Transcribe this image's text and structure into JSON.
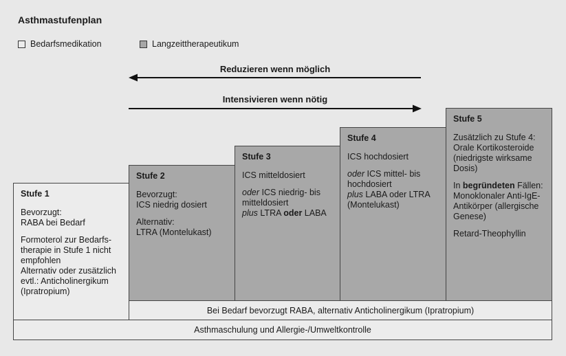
{
  "title": "Asthmastufenplan",
  "legend": {
    "light_label": "Bedarfsmedikation",
    "dark_label": "Langzeittherapeutikum",
    "light_color": "#ececec",
    "dark_color": "#a8a8a8"
  },
  "arrows": {
    "reduce_label": "Reduzieren wenn möglich",
    "intensify_label": "Intensivieren wenn nötig"
  },
  "steps": [
    {
      "head": "Stufe 1",
      "lines": [
        "Bevorzugt:\nRABA bei Bedarf",
        "Formoterol zur Bedarfs-\ntherapie in Stufe 1 nicht\nempfohlen\nAlternativ oder zusätzlich\nevtl.: Anticholinergikum\n(Ipratropium)"
      ]
    },
    {
      "head": "Stufe 2",
      "lines": [
        "Bevorzugt:\nICS niedrig dosiert",
        "Alternativ:\nLTRA (Montelukast)"
      ]
    },
    {
      "head": "Stufe 3",
      "p1": "ICS mitteldosiert",
      "p2_oder": "oder",
      "p2_text": " ICS niedrig- bis\nmitteldosiert\n",
      "p2_plus": "plus",
      "p2_mid": " LTRA ",
      "p2_oder2": "oder",
      "p2_end": " LABA"
    },
    {
      "head": "Stufe 4",
      "p1": "ICS hochdosiert",
      "p2_oder": "oder",
      "p2_text": " ICS mittel- bis\nhochdosiert\n",
      "p2_plus": "plus",
      "p2_end": " LABA oder LTRA\n(Montelukast)"
    },
    {
      "head": "Stufe 5",
      "p1": "Zusätzlich zu Stufe 4:\nOrale Kortikosteroide\n(niedrigste wirksame\nDosis)",
      "p2_pre": "In ",
      "p2_bold": "begründeten",
      "p2_post": " Fällen:\nMonoklonaler Anti-IgE-\nAntikörper (allergische\nGenese)",
      "p3": "Retard-Theophyllin"
    }
  ],
  "bars": {
    "raba": "Bei Bedarf bevorzugt RABA, alternativ Anticholinergikum (Ipratropium)",
    "schulung": "Asthmaschulung und Allergie-/Umweltkontrolle"
  }
}
